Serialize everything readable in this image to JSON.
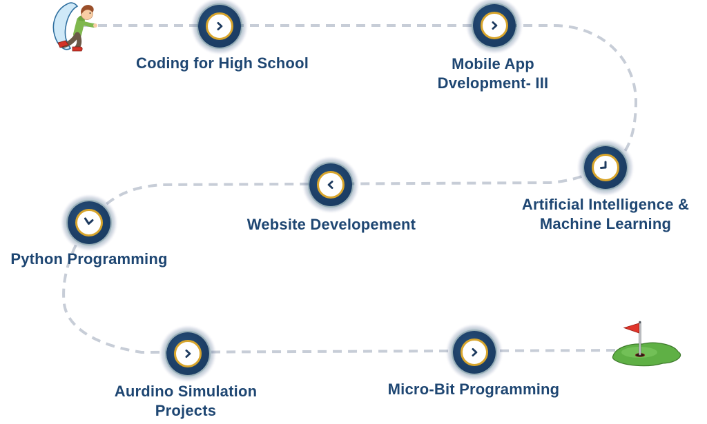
{
  "diagram": {
    "type": "learning-path-roadmap",
    "path_style": "dashed",
    "start_marker": "running-student",
    "end_marker": "golf-flag-on-green"
  },
  "palette": {
    "dashed_line": "#c7cdd7",
    "node_fill": "#1d3f66",
    "node_halo": "#2f6870",
    "inner_circle_fill": "#ffffff",
    "inner_ring_gold": "#d8a52c",
    "glyph": "#1d3a5f",
    "label_text": "#1e4672",
    "flag_red": "#dd342b",
    "green_mound": "#5fb045"
  },
  "nodes": [
    {
      "id": "coding-for-high-school",
      "label": "Coding for High School",
      "icon": "chevron-right"
    },
    {
      "id": "mobile-app-development-iii",
      "label": "Mobile App Dvelopment- III",
      "icon": "chevron-right"
    },
    {
      "id": "artificial-intelligence-machine-learning",
      "label": "Artificial Intelligence & Machine Learning",
      "icon": "clock"
    },
    {
      "id": "website-development",
      "label": "Website Developement",
      "icon": "chevron-left"
    },
    {
      "id": "python-programming",
      "label": "Python Programming",
      "icon": "clock"
    },
    {
      "id": "arduino-simulation-projects",
      "label": "Aurdino Simulation Projects",
      "icon": "chevron-right"
    },
    {
      "id": "micro-bit-programming",
      "label": "Micro-Bit Programming",
      "icon": "chevron-right"
    }
  ]
}
